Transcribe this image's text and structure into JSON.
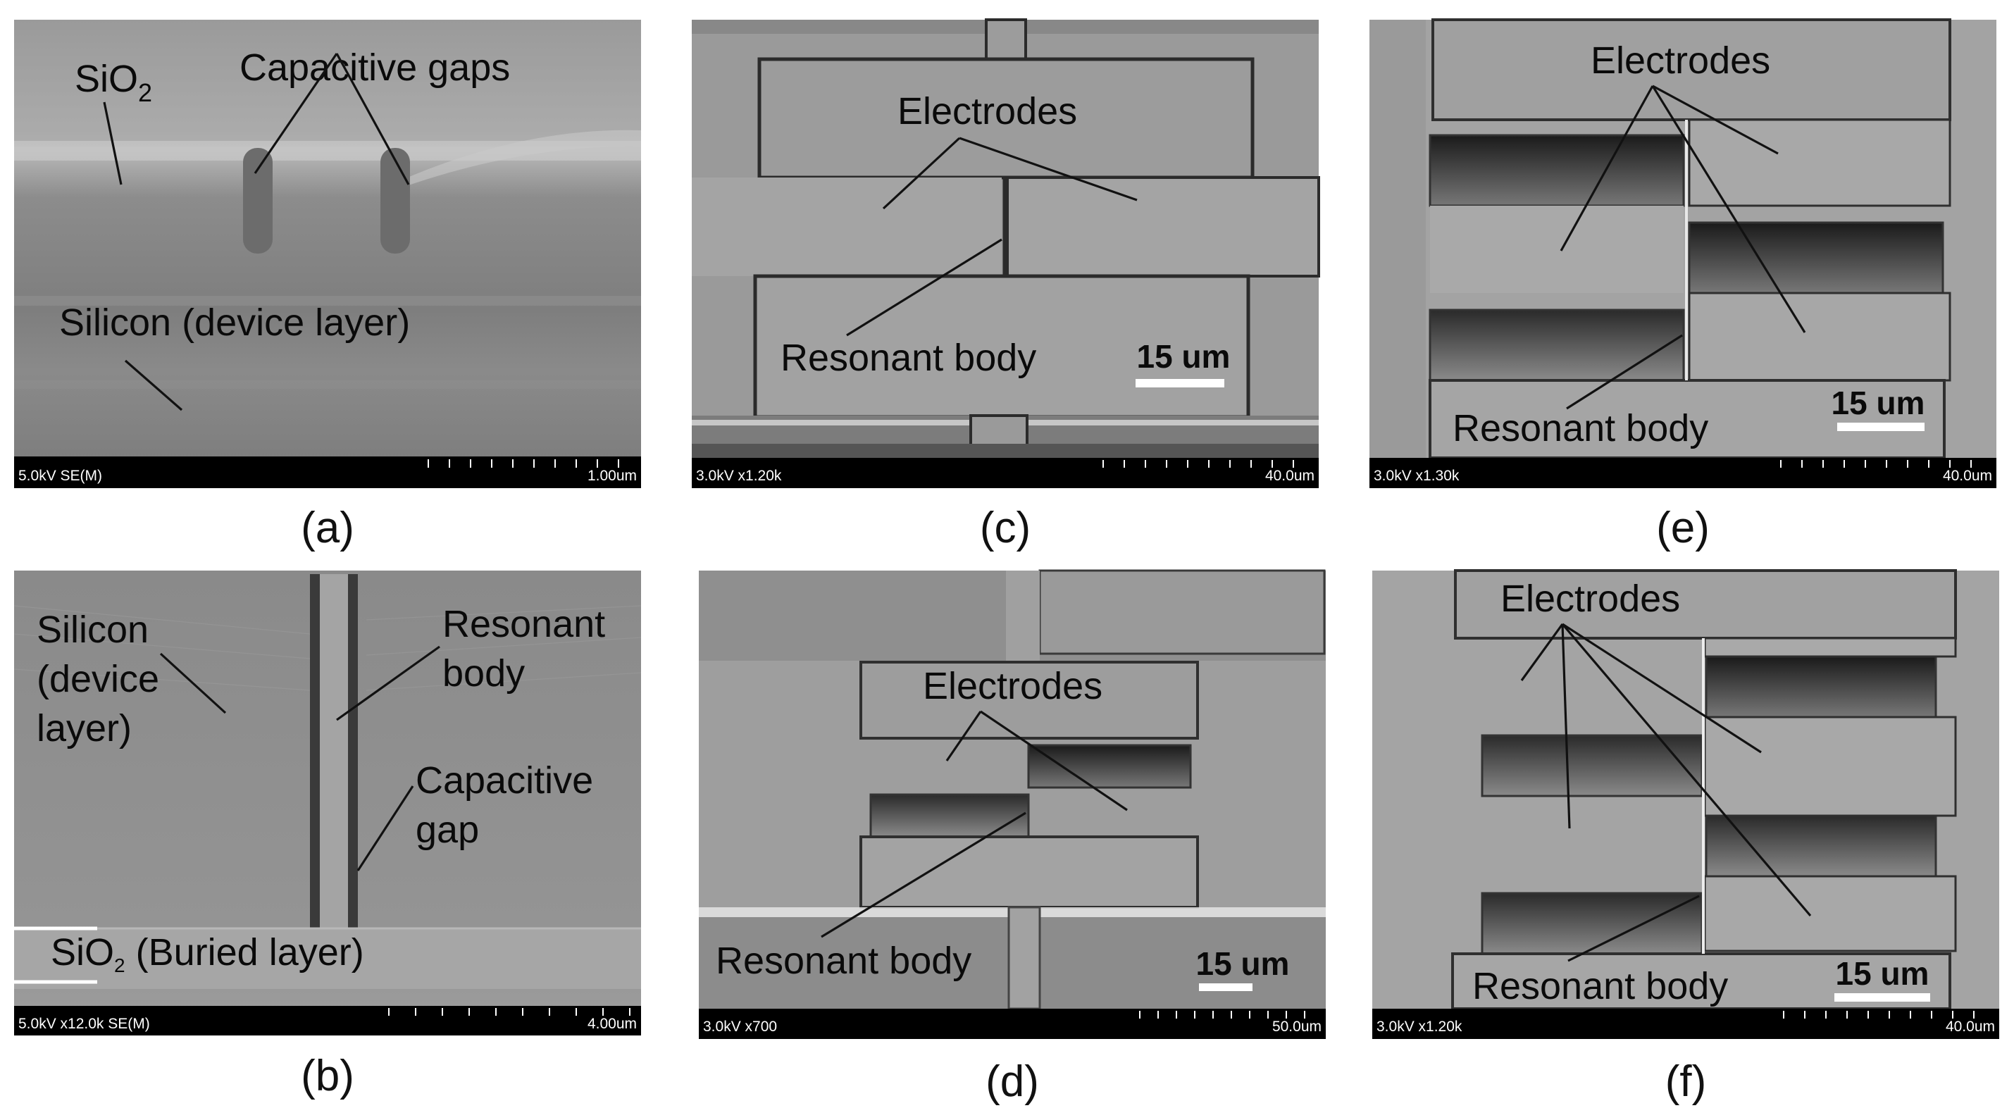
{
  "panels": [
    {
      "id": "a",
      "caption": "(a)",
      "labels": {
        "sio2": "SiO",
        "sio2_sub": "2",
        "gaps": "Capacitive gaps",
        "device": "Silicon (device layer)"
      },
      "info": {
        "left": "5.0kV SE(M)",
        "right": "1.00um"
      }
    },
    {
      "id": "b",
      "caption": "(b)",
      "labels": {
        "si1": "Silicon",
        "si2": "(device",
        "si3": "layer)",
        "rb1": "Resonant",
        "rb2": "body",
        "cg1": "Capacitive",
        "cg2": "gap",
        "buried": "SiO",
        "buried_sub": "2",
        "buried_rest": " (Buried layer)"
      },
      "info": {
        "left": "5.0kV x12.0k SE(M)",
        "right": "4.00um"
      }
    },
    {
      "id": "c",
      "caption": "(c)",
      "labels": {
        "electrodes": "Electrodes",
        "body": "Resonant body",
        "scale": "15 um"
      },
      "info": {
        "left": "3.0kV x1.20k",
        "right": "40.0um"
      }
    },
    {
      "id": "d",
      "caption": "(d)",
      "labels": {
        "electrodes": "Electrodes",
        "body": "Resonant body",
        "scale": "15 um"
      },
      "info": {
        "left": "3.0kV x700",
        "right": "50.0um"
      }
    },
    {
      "id": "e",
      "caption": "(e)",
      "labels": {
        "electrodes": "Electrodes",
        "body": "Resonant body",
        "scale": "15 um"
      },
      "info": {
        "left": "3.0kV x1.30k",
        "right": "40.0um"
      }
    },
    {
      "id": "f",
      "caption": "(f)",
      "labels": {
        "electrodes": "Electrodes",
        "body": "Resonant body",
        "scale": "15 um"
      },
      "info": {
        "left": "3.0kV x1.20k",
        "right": "40.0um"
      }
    }
  ]
}
